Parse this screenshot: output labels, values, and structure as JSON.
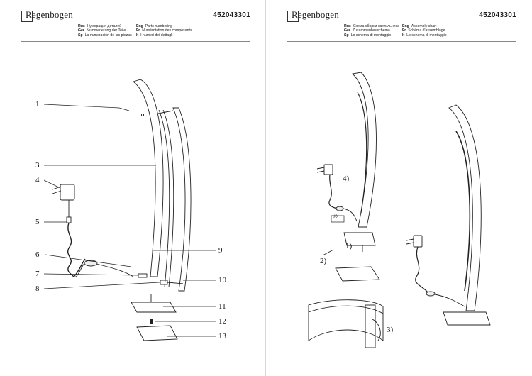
{
  "brand": "Regenbogen",
  "pages": [
    {
      "code": "452043301",
      "labels": [
        {
          "lang": "Rus",
          "text": "Нумерация деталей"
        },
        {
          "lang": "Ger",
          "text": "Nummerierung der Teile"
        },
        {
          "lang": "Sp",
          "text": "La numeración de las piezas"
        },
        {
          "lang": "Eng",
          "text": "Parts numbering"
        },
        {
          "lang": "Fr",
          "text": "Numérotation des composants"
        },
        {
          "lang": "It",
          "text": "I numeri dei dettagli"
        }
      ]
    },
    {
      "code": "452043301",
      "labels": [
        {
          "lang": "Rus",
          "text": "Схема сборки светильника"
        },
        {
          "lang": "Ger",
          "text": "Zusammenbauschema"
        },
        {
          "lang": "Sp",
          "text": "Lo schema di montaggio"
        },
        {
          "lang": "Eng",
          "text": "Assembly chart"
        },
        {
          "lang": "Fr",
          "text": "Schéma d'assemblage"
        },
        {
          "lang": "It",
          "text": "Lo schema di montaggio"
        }
      ]
    }
  ],
  "callouts": [
    "1",
    "3",
    "4",
    "5",
    "6",
    "7",
    "8",
    "9",
    "10",
    "11",
    "12",
    "13"
  ],
  "steps": [
    "1)",
    "2)",
    "3)",
    "4)"
  ],
  "switch_label": "I/0"
}
